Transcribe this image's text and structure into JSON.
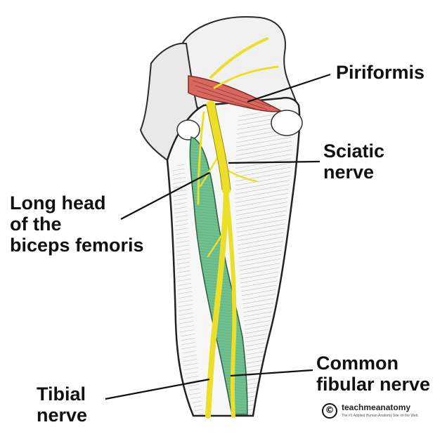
{
  "labels": {
    "piriformis": "Piriformis",
    "sciatic_nerve": "Sciatic\nnerve",
    "long_head_biceps": "Long head\nof the\nbiceps femoris",
    "common_fibular_nerve": "Common\nfibular nerve",
    "tibial_nerve": "Tibial\nnerve"
  },
  "watermark": {
    "symbol": "©",
    "name": "teachmeanatomy",
    "tagline": "The #1 Applied Human Anatomy Site on the Web."
  },
  "colors": {
    "piriformis": "#d9675e",
    "biceps_femoris": "#6fc08f",
    "nerve": "#ecdf2a",
    "bone": "#f3f3f3",
    "outline": "#2a2a2a"
  }
}
